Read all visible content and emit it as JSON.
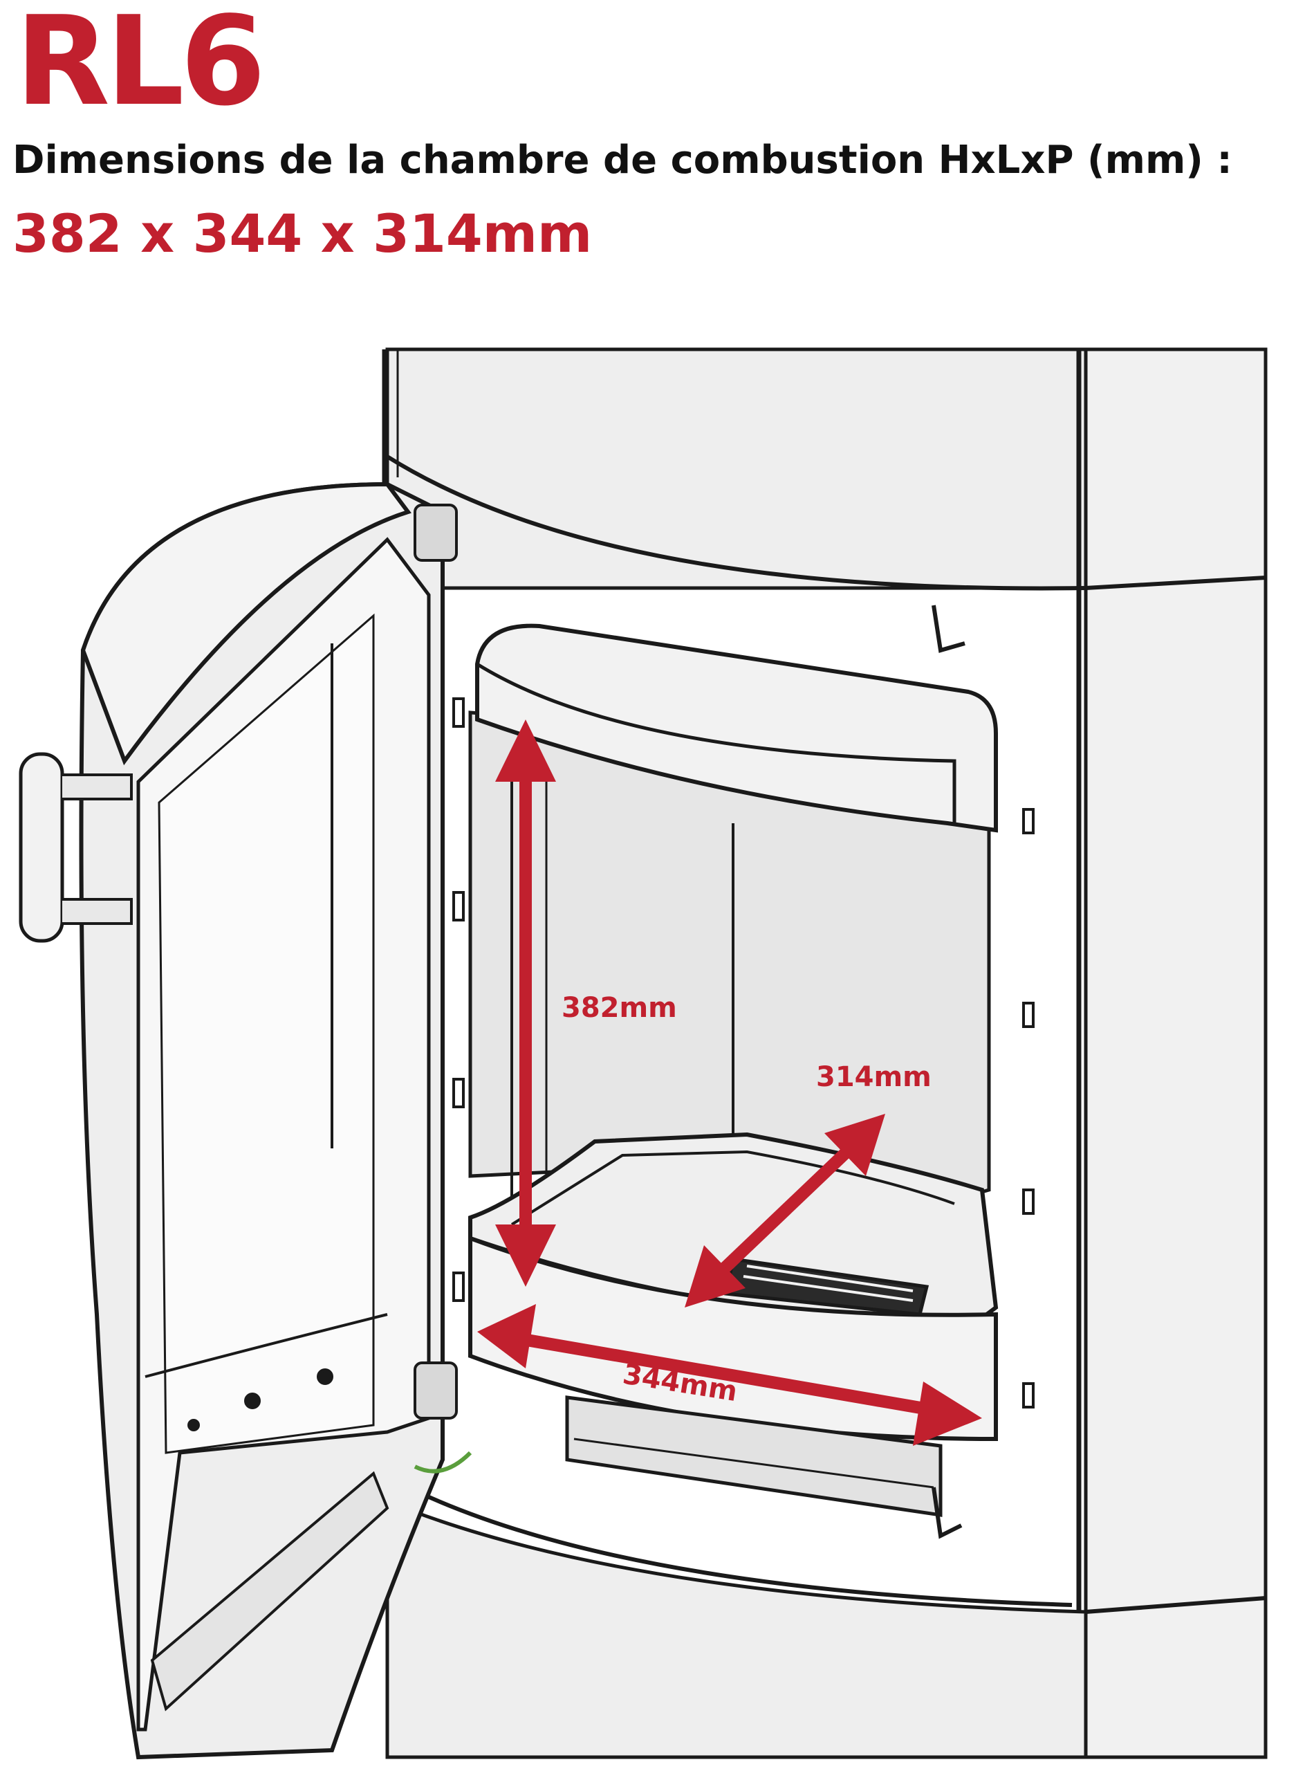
{
  "header": {
    "model": "RL6",
    "subtitle": "Dimensions de la chambre de combustion HxLxP (mm) :",
    "dimensions": "382 x 344 x 314mm"
  },
  "diagram": {
    "labels": {
      "height": "382mm",
      "depth": "314mm",
      "width": "344mm"
    },
    "colors": {
      "accent": "#c1202e",
      "line": "#1a1a1a",
      "panel": "#ececec",
      "panel_dark": "#d4d4d4",
      "hinge_highlight": "#5a9e3c"
    }
  }
}
